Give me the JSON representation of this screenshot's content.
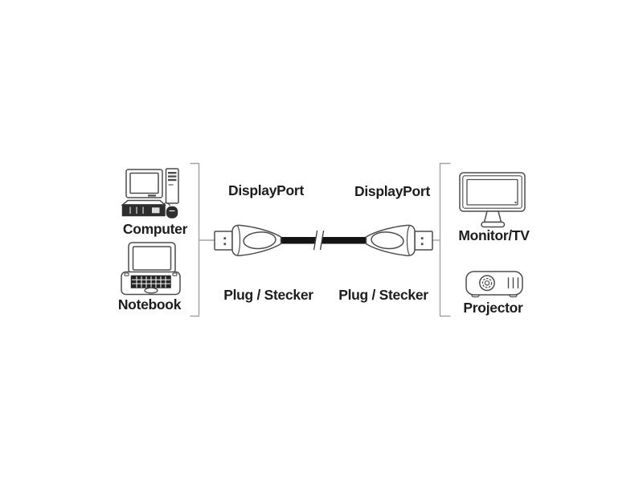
{
  "diagram": {
    "left_devices": [
      {
        "label": "Computer",
        "icon": "desktop-computer-icon"
      },
      {
        "label": "Notebook",
        "icon": "notebook-icon"
      }
    ],
    "right_devices": [
      {
        "label": "Monitor/TV",
        "icon": "monitor-tv-icon"
      },
      {
        "label": "Projector",
        "icon": "projector-icon"
      }
    ],
    "cable": {
      "left_connector": {
        "type": "DisplayPort",
        "plug": "Plug / Stecker"
      },
      "right_connector": {
        "type": "DisplayPort",
        "plug": "Plug / Stecker"
      },
      "icon": "displayport-cable-icon"
    },
    "colors": {
      "background": "#ffffff",
      "icon_stroke": "#4d4d4d",
      "bracket": "#a3a3a3",
      "text": "#1d1d1b",
      "cable_fill": "#141414"
    }
  }
}
